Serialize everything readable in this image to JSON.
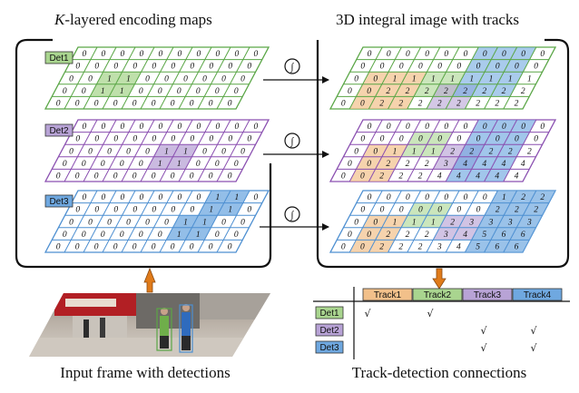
{
  "titles": {
    "left_k": "K",
    "left_rest": "-layered encoding maps",
    "right": "3D integral image with tracks"
  },
  "captions": {
    "input": "Input frame with detections",
    "connections": "Track-detection connections"
  },
  "integral_symbol": "∫",
  "colors": {
    "green": "#5aa646",
    "purple": "#8a4fb0",
    "blue": "#4d8fd1",
    "orange": "#e07b1a",
    "green_fill": "#a9d58f",
    "purple_fill": "#b8a3d6",
    "blue_fill": "#6fa8e0",
    "orange_fill": "#f2c08a"
  },
  "encoding_maps": [
    {
      "label": "Det1",
      "color": "green",
      "cells": [
        [
          "0",
          "0",
          "0",
          "0",
          "0",
          "0",
          "0",
          "0",
          "0",
          "0"
        ],
        [
          "0",
          "0",
          "0",
          "0",
          "0",
          "0",
          "0",
          "0",
          "0",
          "0"
        ],
        [
          "0",
          "0",
          "1",
          "1",
          "0",
          "0",
          "0",
          "0",
          "0",
          "0"
        ],
        [
          "0",
          "0",
          "1",
          "1",
          "0",
          "0",
          "0",
          "0",
          "0",
          "0"
        ],
        [
          "0",
          "0",
          "0",
          "0",
          "0",
          "0",
          "0",
          "0",
          "0",
          "0"
        ]
      ]
    },
    {
      "label": "Det2",
      "color": "purple",
      "cells": [
        [
          "0",
          "0",
          "0",
          "0",
          "0",
          "0",
          "0",
          "0",
          "0",
          "0"
        ],
        [
          "0",
          "0",
          "0",
          "0",
          "0",
          "0",
          "0",
          "0",
          "0",
          "0"
        ],
        [
          "0",
          "0",
          "0",
          "0",
          "0",
          "1",
          "1",
          "0",
          "0",
          "0"
        ],
        [
          "0",
          "0",
          "0",
          "0",
          "0",
          "1",
          "1",
          "0",
          "0",
          "0"
        ],
        [
          "0",
          "0",
          "0",
          "0",
          "0",
          "0",
          "0",
          "0",
          "0",
          "0"
        ]
      ]
    },
    {
      "label": "Det3",
      "color": "blue",
      "cells": [
        [
          "0",
          "0",
          "0",
          "0",
          "0",
          "0",
          "0",
          "1",
          "1",
          "0"
        ],
        [
          "0",
          "0",
          "0",
          "0",
          "0",
          "0",
          "0",
          "1",
          "1",
          "0"
        ],
        [
          "0",
          "0",
          "0",
          "0",
          "0",
          "0",
          "1",
          "1",
          "0",
          "0"
        ],
        [
          "0",
          "0",
          "0",
          "0",
          "0",
          "0",
          "1",
          "1",
          "0",
          "0"
        ],
        [
          "0",
          "0",
          "0",
          "0",
          "0",
          "0",
          "0",
          "0",
          "0",
          "0"
        ]
      ]
    }
  ],
  "integral_maps": [
    {
      "color": "green",
      "cells": [
        [
          "0",
          "0",
          "0",
          "0",
          "0",
          "0",
          "0",
          "0",
          "0",
          "0"
        ],
        [
          "0",
          "0",
          "0",
          "0",
          "0",
          "0",
          "0",
          "0",
          "0",
          "0"
        ],
        [
          "0",
          "0",
          "1",
          "1",
          "1",
          "1",
          "1",
          "1",
          "1",
          "1"
        ],
        [
          "0",
          "0",
          "2",
          "2",
          "2",
          "2",
          "2",
          "2",
          "2",
          "2"
        ],
        [
          "0",
          "0",
          "2",
          "2",
          "2",
          "2",
          "2",
          "2",
          "2",
          "2"
        ]
      ]
    },
    {
      "color": "purple",
      "cells": [
        [
          "0",
          "0",
          "0",
          "0",
          "0",
          "0",
          "0",
          "0",
          "0",
          "0"
        ],
        [
          "0",
          "0",
          "0",
          "0",
          "0",
          "0",
          "0",
          "0",
          "0",
          "0"
        ],
        [
          "0",
          "0",
          "1",
          "1",
          "1",
          "2",
          "2",
          "2",
          "2",
          "2"
        ],
        [
          "0",
          "0",
          "2",
          "2",
          "2",
          "3",
          "4",
          "4",
          "4",
          "4"
        ],
        [
          "0",
          "0",
          "2",
          "2",
          "2",
          "4",
          "4",
          "4",
          "4",
          "4"
        ]
      ]
    },
    {
      "color": "blue",
      "cells": [
        [
          "0",
          "0",
          "0",
          "0",
          "0",
          "0",
          "0",
          "1",
          "2",
          "2"
        ],
        [
          "0",
          "0",
          "0",
          "0",
          "0",
          "0",
          "0",
          "2",
          "2",
          "2"
        ],
        [
          "0",
          "0",
          "1",
          "1",
          "1",
          "2",
          "3",
          "3",
          "3",
          "3"
        ],
        [
          "0",
          "0",
          "2",
          "2",
          "2",
          "3",
          "4",
          "5",
          "6",
          "6"
        ],
        [
          "0",
          "0",
          "2",
          "2",
          "2",
          "3",
          "4",
          "5",
          "6",
          "6"
        ]
      ]
    }
  ],
  "connections": {
    "tracks": [
      "Track1",
      "Track2",
      "Track3",
      "Track4"
    ],
    "detections": [
      "Det1",
      "Det2",
      "Det3"
    ],
    "check_mark": "√",
    "matrix": [
      [
        true,
        true,
        false,
        false
      ],
      [
        false,
        false,
        true,
        true
      ],
      [
        false,
        false,
        true,
        true
      ]
    ]
  }
}
